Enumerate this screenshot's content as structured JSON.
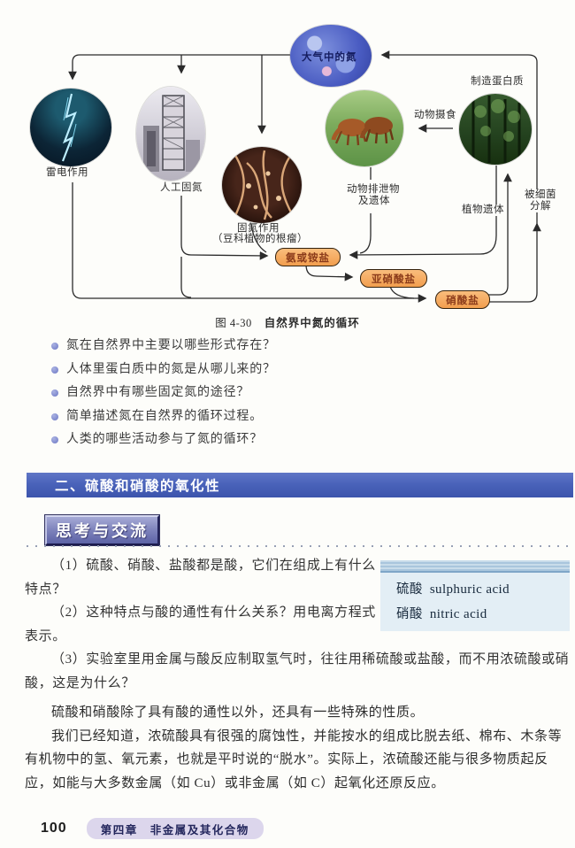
{
  "diagram": {
    "caption": {
      "fig": "图 4-30",
      "title": "自然界中氮的循环"
    },
    "atmosphere": "大气中的氮",
    "lightning": "雷电作用",
    "industrial": "人工固氮",
    "fixation1": "固氮作用",
    "fixation2": "（豆科植物的根瘤）",
    "feeding": "动物摄食",
    "protein": "制造蛋白质",
    "waste1": "动物排泄物",
    "waste2": "及遗体",
    "plant_remains": "植物遗体",
    "bacteria1": "被细菌",
    "bacteria2": "分解",
    "ammonia": "氨或铵盐",
    "nitrite": "亚硝酸盐",
    "nitrate": "硝酸盐"
  },
  "questions": [
    "氮在自然界中主要以哪些形式存在？",
    "人体里蛋白质中的氮是从哪儿来的？",
    "自然界中有哪些固定氮的途径？",
    "简单描述氮在自然界的循环过程。",
    "人类的哪些活动参与了氮的循环？"
  ],
  "section": {
    "title": "二、硫酸和硝酸的氧化性"
  },
  "thinking": {
    "badge": "思考与交流",
    "lines": [
      "（1）硫酸、硝酸、盐酸都是酸，它们在组成上有什么",
      "特点？",
      "（2）这种特点与酸的通性有什么关系？用电离方程式",
      "表示。",
      "（3）实验室里用金属与酸反应制取氢气时，往往用稀硫酸或盐酸，而不用浓硫酸或硝",
      "酸，这是为什么？"
    ]
  },
  "vocab": {
    "item1_zh": "硫酸",
    "item1_en": "sulphuric acid",
    "item2_zh": "硝酸",
    "item2_en": "nitric acid"
  },
  "body": {
    "lines": [
      "硫酸和硝酸除了具有酸的通性以外，还具有一些特殊的性质。",
      "我们已经知道，浓硫酸具有很强的腐蚀性，并能按水的组成比脱去纸、棉布、木条等",
      "有机物中的氢、氧元素，也就是平时说的“脱水”。实际上，浓硫酸还能与很多物质起反",
      "应，如能与大多数金属（如 Cu）或非金属（如 C）起氧化还原反应。"
    ]
  },
  "footer": {
    "page_number": "100",
    "chapter": "第四章　非金属及其化合物"
  },
  "colors": {
    "section_bar_blue": "#4a63ba",
    "pill_orange": "#f29e4e",
    "pill_text": "#8a3a1a",
    "badge_purple": "#7d82bb",
    "vocab_bg": "#e3eef5",
    "footer_pill": "#dcd6ec"
  }
}
